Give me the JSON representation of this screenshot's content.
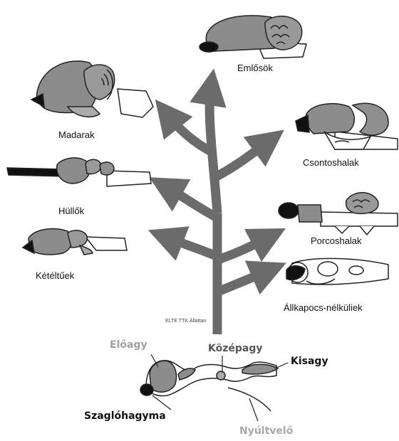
{
  "labels": {
    "emlosok": "Emlősök",
    "madarak": "Madarak",
    "hullok": "Hüllők",
    "keteltuek": "Kétéltűek",
    "csontoshalak": "Csontoshalak",
    "porcoshalak": "Porcoshalak",
    "allkapocs": "Állkapocs-nélküliek"
  },
  "credit": "ELTE TTK Állattan",
  "brain_parts": {
    "eloagy": "Előagy",
    "kozepagy": "Középagy",
    "kisagy": "Kisagy",
    "szaglohagyma": "Szaglóhagyma",
    "nyultvelo": "Nyúltvelő"
  },
  "colors": {
    "forebrain": "#8c8c8c",
    "olfactory": "#111111",
    "cerebellum": "#8f8f8f",
    "tree": "#6b6b6b",
    "part_light": "#a0a0a0",
    "part_mid": "#555555",
    "part_dark": "#111111"
  }
}
